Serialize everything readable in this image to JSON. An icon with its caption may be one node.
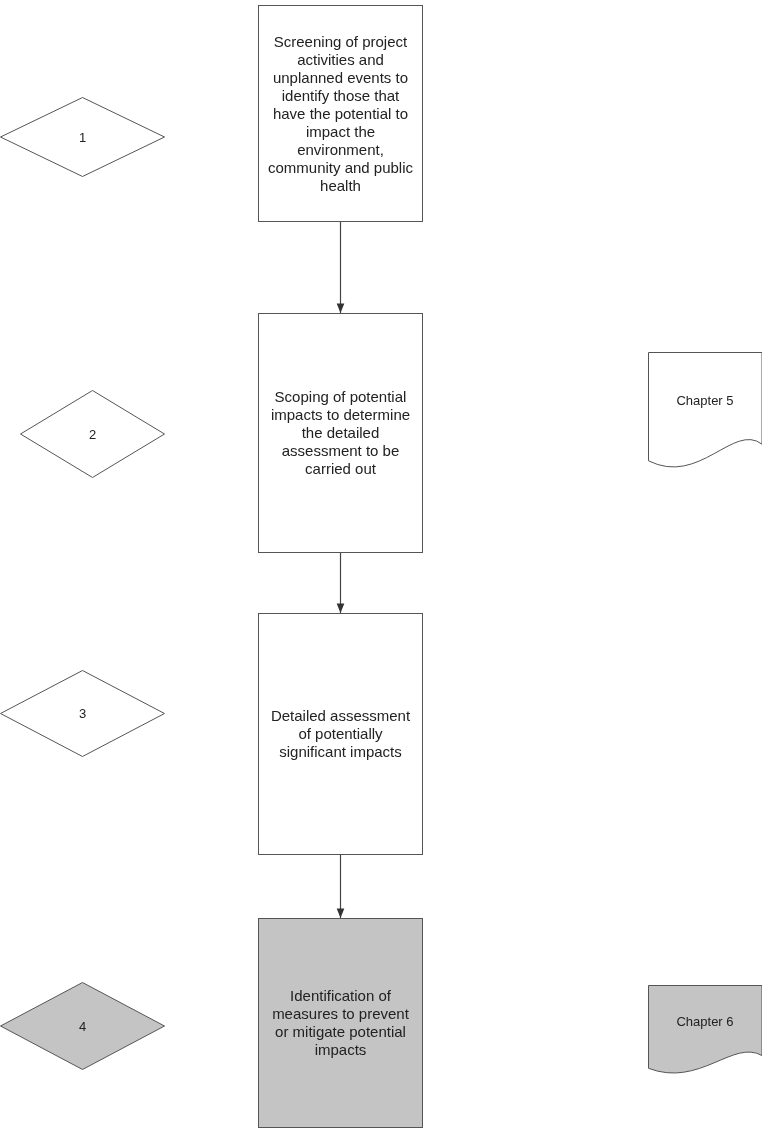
{
  "diagram": {
    "nodes": [
      {
        "text": [
          "1"
        ]
      },
      {
        "text": [
          "Screening of project activities and unplanned events to identify those that have the potential to impact the environment, community and public health"
        ]
      },
      {
        "text": [
          "2"
        ]
      },
      {
        "text": [
          "Scoping of potential impacts to determine the detailed assessment to be carried out"
        ]
      },
      {
        "text": [
          "Chapter 5"
        ]
      },
      {
        "text": [
          "3"
        ]
      },
      {
        "text": [
          "Detailed assessment of potentially significant impacts"
        ]
      },
      {
        "text": [
          "4"
        ]
      },
      {
        "text": [
          "Identification of measures to prevent or mitigate potential impacts"
        ]
      },
      {
        "text": [
          "Chapter 6"
        ]
      }
    ],
    "edges": [
      {
        "from": 1,
        "to": 3,
        "arrow": "to"
      },
      {
        "from": 3,
        "to": 6,
        "arrow": "to"
      },
      {
        "from": 6,
        "to": 8,
        "arrow": "to"
      }
    ]
  }
}
